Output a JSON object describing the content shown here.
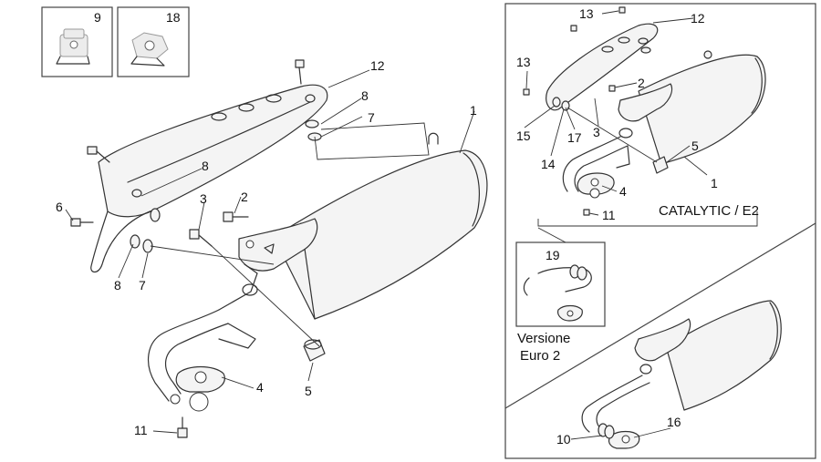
{
  "diagram": {
    "inset_boxes": [
      {
        "id": "9",
        "label": "9"
      },
      {
        "id": "18",
        "label": "18"
      }
    ],
    "main_callouts": {
      "c1": "1",
      "c2": "2",
      "c3": "3",
      "c4": "4",
      "c5": "5",
      "c6": "6",
      "c7a": "7",
      "c7b": "7",
      "c8a": "8",
      "c8b": "8",
      "c8c": "8",
      "c11": "11",
      "c12": "12"
    },
    "right_panel": {
      "callouts": {
        "c13a": "13",
        "c12": "12",
        "c13b": "13",
        "c2": "2",
        "c15": "15",
        "c14": "14",
        "c17": "17",
        "c3": "3",
        "c5": "5",
        "c1": "1",
        "c4": "4",
        "c11": "11",
        "c19": "19",
        "c10": "10",
        "c16": "16"
      },
      "catalytic_label": "CATALYTIC / E2",
      "version_label_line1": "Versione",
      "version_label_line2": "Euro 2"
    }
  }
}
